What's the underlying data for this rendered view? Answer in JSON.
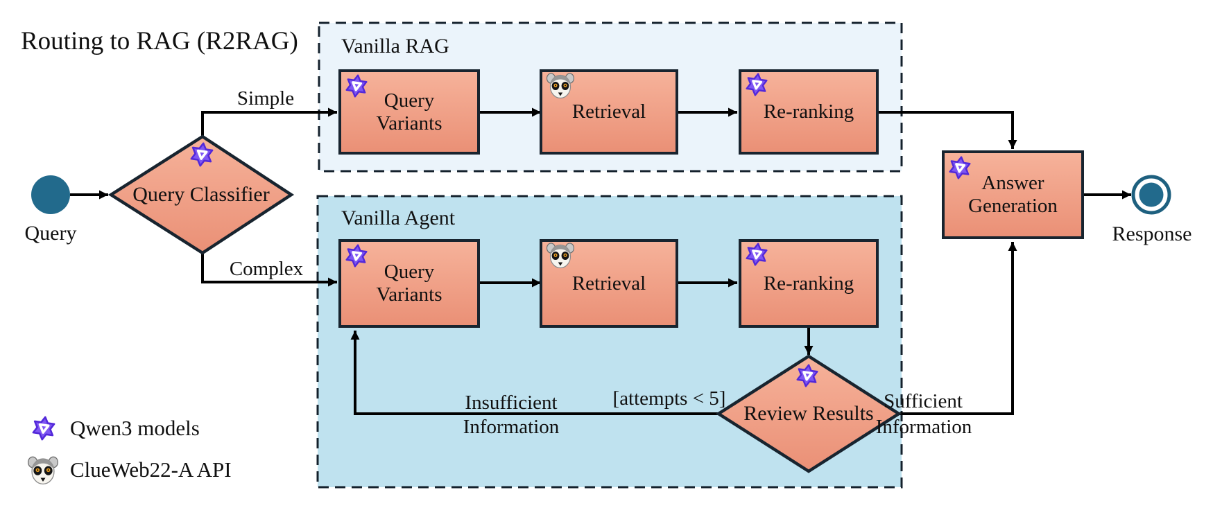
{
  "title": "Routing to RAG (R2RAG)",
  "terminals": {
    "start": {
      "label": "Query"
    },
    "end": {
      "label": "Response"
    }
  },
  "classifier": {
    "label": "Query Classifier",
    "icon": "qwen3-icon"
  },
  "lanes": [
    {
      "label": "Vanilla RAG",
      "steps": [
        {
          "label": "Query Variants",
          "icon": "qwen3-icon"
        },
        {
          "label": "Retrieval",
          "icon": "clueweb-lemur-icon"
        },
        {
          "label": "Re-ranking",
          "icon": "qwen3-icon"
        }
      ]
    },
    {
      "label": "Vanilla Agent",
      "steps": [
        {
          "label": "Query Variants",
          "icon": "qwen3-icon"
        },
        {
          "label": "Retrieval",
          "icon": "clueweb-lemur-icon"
        },
        {
          "label": "Re-ranking",
          "icon": "qwen3-icon"
        }
      ],
      "review": {
        "label": "Review Results",
        "icon": "qwen3-icon"
      }
    }
  ],
  "answer": {
    "label": "Answer Generation",
    "icon": "qwen3-icon"
  },
  "edges": {
    "simple": "Simple",
    "complex": "Complex",
    "attempts": "[attempts < 5]",
    "insufficient": [
      "Insufficient",
      "Information"
    ],
    "sufficient": [
      "Sufficient",
      "Information"
    ]
  },
  "legend": [
    {
      "icon": "qwen3-icon",
      "label": "Qwen3 models"
    },
    {
      "icon": "clueweb-lemur-icon",
      "label": "ClueWeb22-A API"
    }
  ],
  "colors": {
    "node_fill_top": "#F6B29A",
    "node_fill_bottom": "#EA9076",
    "node_border": "#18242F",
    "rag_lane_fill": "#EBF4FB",
    "agent_lane_fill": "#BFE2EF",
    "lane_border": "#14212C",
    "terminal_teal": "#226A8C",
    "arrow_black": "#000000",
    "qwen_purple": "#7F56F3"
  }
}
